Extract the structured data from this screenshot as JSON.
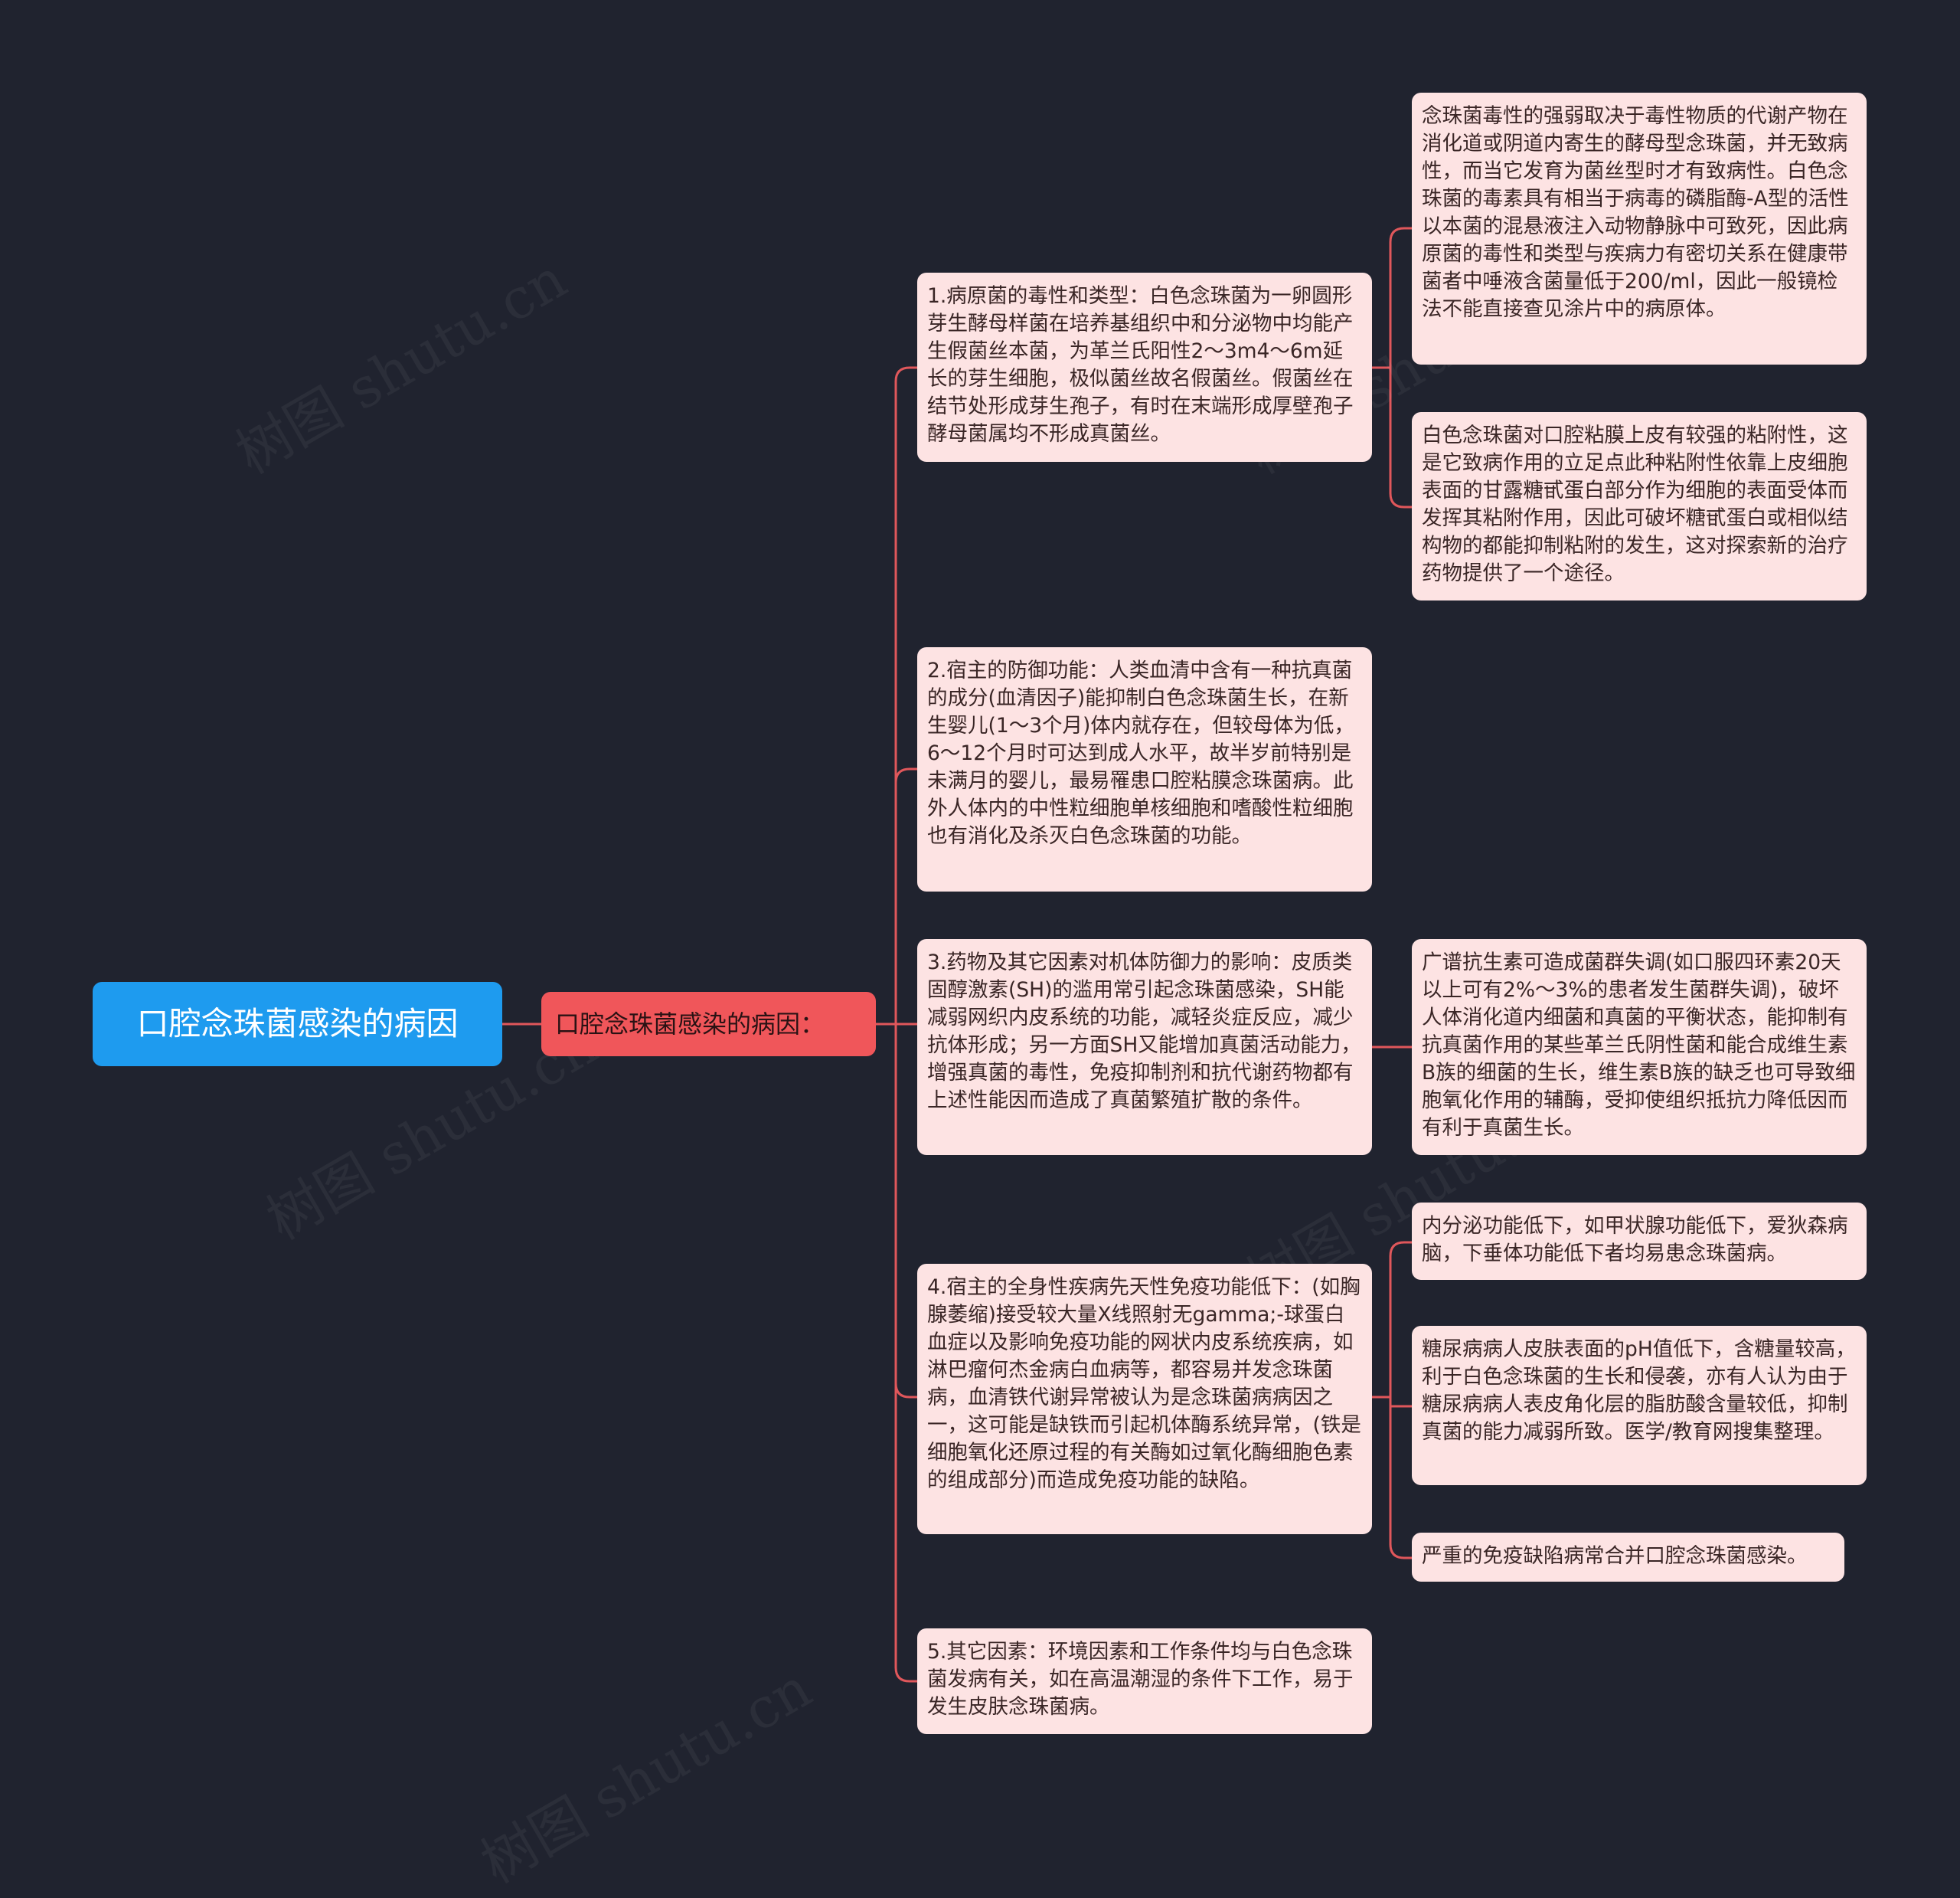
{
  "watermark": "树图 shutu.cn",
  "colors": {
    "background": "#20232f",
    "root": "#1e9bef",
    "branch": "#f0565a",
    "leaf": "#fde3e3",
    "line": "#e0575b"
  },
  "root": {
    "label": "口腔念珠菌感染的病因"
  },
  "branch": {
    "label": "口腔念珠菌感染的病因："
  },
  "items": [
    {
      "text": "1.病原菌的毒性和类型：白色念珠菌为一卵圆形芽生酵母样菌在培养基组织中和分泌物中均能产生假菌丝本菌，为革兰氏阳性2～3m4～6m延长的芽生细胞，极似菌丝故名假菌丝。假菌丝在结节处形成芽生孢子，有时在末端形成厚壁孢子酵母菌属均不形成真菌丝。",
      "children": [
        "念珠菌毒性的强弱取决于毒性物质的代谢产物在消化道或阴道内寄生的酵母型念珠菌，并无致病性，而当它发育为菌丝型时才有致病性。白色念珠菌的毒素具有相当于病毒的磷脂酶-A型的活性以本菌的混悬液注入动物静脉中可致死，因此病原菌的毒性和类型与疾病力有密切关系在健康带菌者中唾液含菌量低于200/ml，因此一般镜检法不能直接查见涂片中的病原体。",
        "白色念珠菌对口腔粘膜上皮有较强的粘附性，这是它致病作用的立足点此种粘附性依靠上皮细胞表面的甘露糖甙蛋白部分作为细胞的表面受体而发挥其粘附作用，因此可破坏糖甙蛋白或相似结构物的都能抑制粘附的发生，这对探索新的治疗药物提供了一个途径。"
      ]
    },
    {
      "text": "2.宿主的防御功能：人类血清中含有一种抗真菌的成分(血清因子)能抑制白色念珠菌生长，在新生婴儿(1～3个月)体内就存在，但较母体为低，6～12个月时可达到成人水平，故半岁前特别是未满月的婴儿，最易罹患口腔粘膜念珠菌病。此外人体内的中性粒细胞单核细胞和嗜酸性粒细胞也有消化及杀灭白色念珠菌的功能。",
      "children": []
    },
    {
      "text": "3.药物及其它因素对机体防御力的影响：皮质类固醇激素(SH)的滥用常引起念珠菌感染，SH能减弱网织内皮系统的功能，减轻炎症反应，减少抗体形成；另一方面SH又能增加真菌活动能力，增强真菌的毒性，免疫抑制剂和抗代谢药物都有上述性能因而造成了真菌繁殖扩散的条件。",
      "children": [
        "广谱抗生素可造成菌群失调(如口服四环素20天以上可有2%～3%的患者发生菌群失调)，破坏人体消化道内细菌和真菌的平衡状态，能抑制有抗真菌作用的某些革兰氏阴性菌和能合成维生素B族的细菌的生长，维生素B族的缺乏也可导致细胞氧化作用的辅酶，受抑使组织抵抗力降低因而有利于真菌生长。"
      ]
    },
    {
      "text": "4.宿主的全身性疾病先天性免疫功能低下：(如胸腺萎缩)接受较大量X线照射无gamma;-球蛋白血症以及影响免疫功能的网状内皮系统疾病，如淋巴瘤何杰金病白血病等，都容易并发念珠菌病，血清铁代谢异常被认为是念珠菌病病因之一，这可能是缺铁而引起机体酶系统异常，(铁是细胞氧化还原过程的有关酶如过氧化酶细胞色素的组成部分)而造成免疫功能的缺陷。",
      "children": [
        "内分泌功能低下，如甲状腺功能低下，爱狄森病脑，下垂体功能低下者均易患念珠菌病。",
        "糖尿病病人皮肤表面的pH值低下，含糖量较高，利于白色念珠菌的生长和侵袭，亦有人认为由于糖尿病病人表皮角化层的脂肪酸含量较低，抑制真菌的能力减弱所致。医学/教育网搜集整理。",
        "严重的免疫缺陷病常合并口腔念珠菌感染。"
      ]
    },
    {
      "text": "5.其它因素：环境因素和工作条件均与白色念珠菌发病有关，如在高温潮湿的条件下工作，易于发生皮肤念珠菌病。",
      "children": []
    }
  ]
}
